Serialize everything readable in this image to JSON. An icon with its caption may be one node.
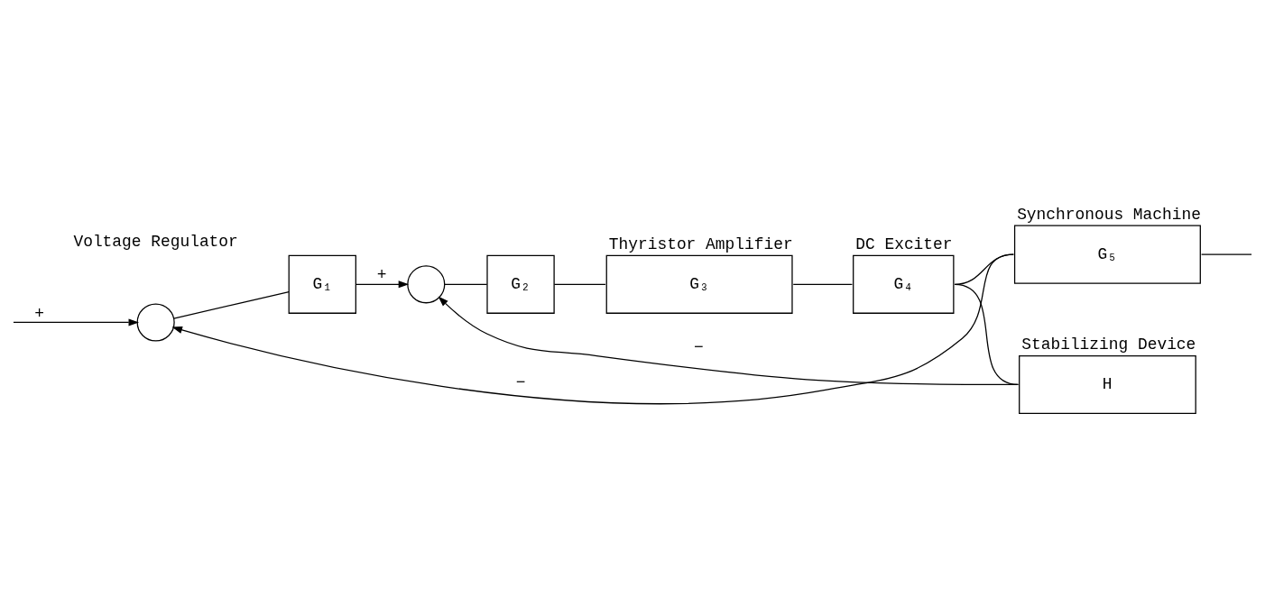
{
  "diagram": {
    "nodes": [
      {
        "text": [],
        "shape": "circle"
      },
      {
        "text": [
          "G₁"
        ]
      },
      {
        "text": [],
        "shape": "circle"
      },
      {
        "text": [
          "G₂"
        ]
      },
      {
        "text": [
          "G₃"
        ],
        "beside": [
          "Thyristor Amplifier"
        ]
      },
      {
        "text": [
          "G₄"
        ],
        "beside": [
          "DC Exciter"
        ]
      },
      {
        "text": [
          "G₅"
        ],
        "beside": [
          "Synchronous Machine"
        ]
      },
      {
        "text": [
          "H"
        ],
        "beside": [
          "Stabilizing Device"
        ]
      }
    ],
    "edges": [
      {
        "from": null,
        "to": 0,
        "arrow": "to",
        "label": "+"
      },
      {
        "from": 0,
        "to": 1,
        "arrow": "none"
      },
      {
        "from": 1,
        "to": 2,
        "arrow": "to",
        "label": "+"
      },
      {
        "from": 2,
        "to": 3,
        "arrow": "none"
      },
      {
        "from": 3,
        "to": 4,
        "arrow": "none"
      },
      {
        "from": 4,
        "to": 5,
        "arrow": "none"
      },
      {
        "from": 5,
        "to": 6,
        "arrow": "none"
      },
      {
        "from": 6,
        "to": null,
        "arrow": "none"
      },
      {
        "from": 5,
        "to": 7,
        "arrow": "none"
      },
      {
        "from": 7,
        "to": 2,
        "arrow": "to",
        "label": "−"
      },
      {
        "from": 6,
        "to": 0,
        "arrow": "to",
        "label": "−"
      }
    ],
    "labels": [
      "Voltage Regulator"
    ]
  }
}
